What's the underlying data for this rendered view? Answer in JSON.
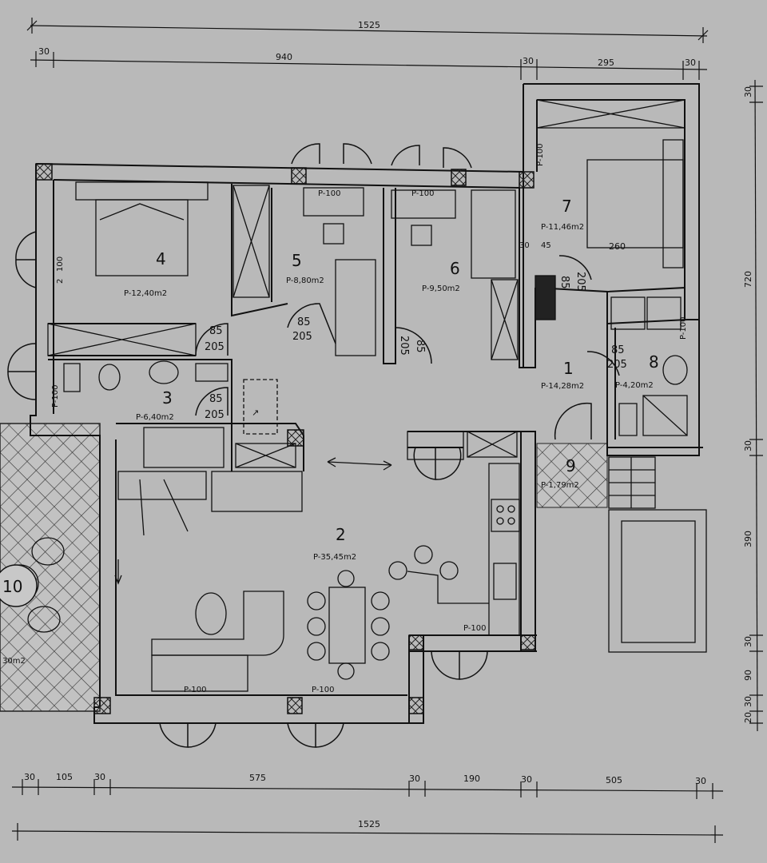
{
  "dimensions": {
    "top_total": "1525",
    "top_d1": "30",
    "top_d2": "940",
    "top_d3": "30",
    "top_d4": "295",
    "top_d5": "30",
    "bottom_d1": "30",
    "bottom_d2": "105",
    "bottom_d3": "30",
    "bottom_d4": "575",
    "bottom_d5": "30",
    "bottom_d6": "190",
    "bottom_d7": "30",
    "bottom_d8": "505",
    "bottom_d9": "30",
    "bottom_total": "1525",
    "right_d1": "30",
    "right_d2": "720",
    "right_d3": "30",
    "right_d4": "390",
    "right_d5": "30",
    "right_d6": "90",
    "right_d7": "30",
    "right_d8": "20"
  },
  "rooms": [
    {
      "num": "1",
      "area": "P-14,28m2"
    },
    {
      "num": "2",
      "area": "P-35,45m2"
    },
    {
      "num": "3",
      "area": "P-6,40m2"
    },
    {
      "num": "4",
      "area": "P-12,40m2"
    },
    {
      "num": "5",
      "area": "P-8,80m2"
    },
    {
      "num": "6",
      "area": "P-9,50m2"
    },
    {
      "num": "7",
      "area": "P-11,46m2"
    },
    {
      "num": "8",
      "area": "P-4,20m2"
    },
    {
      "num": "9",
      "area": "P-1,79m2"
    },
    {
      "num": "10",
      "area": "30m2"
    }
  ],
  "windows": {
    "w_room5": "P-100",
    "w_room6": "P-100",
    "w_room7_side": "P-100",
    "w_room4_side": "2",
    "w_room4_side_num": "100",
    "w_room3_side": "P-100",
    "w_room8_side": "P-100",
    "w_living_left": "P-100",
    "w_living_mid": "P-100",
    "w_kitchen": "P-100"
  },
  "doors": {
    "d1_top": "85",
    "d1_bot": "205",
    "d2_top": "85",
    "d2_bot": "205",
    "d3_top": "85",
    "d3_bot": "205",
    "d4_top": "85",
    "d4_bot": "205",
    "d5_top": "85",
    "d5_bot": "205",
    "d6_top": "85",
    "d6_bot": "205",
    "niche_top": "30",
    "niche_bot": "45",
    "bed7_dim": "260",
    "stair_mark": "↗"
  }
}
